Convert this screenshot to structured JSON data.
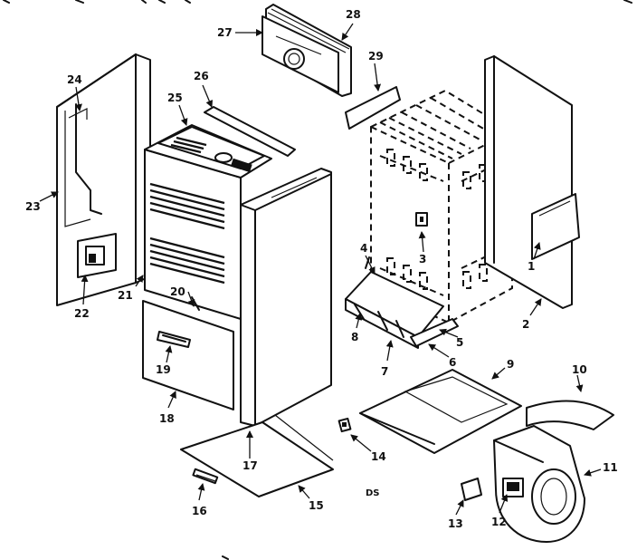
{
  "diagram": {
    "code_label": "DS",
    "colors": {
      "ink": "#111111",
      "paper": "#ffffff"
    },
    "parts": [
      {
        "id": "p1",
        "label": "1"
      },
      {
        "id": "p2",
        "label": "2"
      },
      {
        "id": "p3",
        "label": "3"
      },
      {
        "id": "p4",
        "label": "4"
      },
      {
        "id": "p5",
        "label": "5"
      },
      {
        "id": "p6",
        "label": "6"
      },
      {
        "id": "p7",
        "label": "7"
      },
      {
        "id": "p8",
        "label": "8"
      },
      {
        "id": "p9",
        "label": "9"
      },
      {
        "id": "p10",
        "label": "10"
      },
      {
        "id": "p11",
        "label": "11"
      },
      {
        "id": "p12",
        "label": "12"
      },
      {
        "id": "p13",
        "label": "13"
      },
      {
        "id": "p14",
        "label": "14"
      },
      {
        "id": "p15",
        "label": "15"
      },
      {
        "id": "p16",
        "label": "16"
      },
      {
        "id": "p17",
        "label": "17"
      },
      {
        "id": "p18",
        "label": "18"
      },
      {
        "id": "p19",
        "label": "19"
      },
      {
        "id": "p20",
        "label": "20"
      },
      {
        "id": "p21",
        "label": "21"
      },
      {
        "id": "p22",
        "label": "22"
      },
      {
        "id": "p23",
        "label": "23"
      },
      {
        "id": "p24",
        "label": "24"
      },
      {
        "id": "p25",
        "label": "25"
      },
      {
        "id": "p26",
        "label": "26"
      },
      {
        "id": "p27",
        "label": "27"
      },
      {
        "id": "p28",
        "label": "28"
      },
      {
        "id": "p29",
        "label": "29"
      }
    ]
  }
}
